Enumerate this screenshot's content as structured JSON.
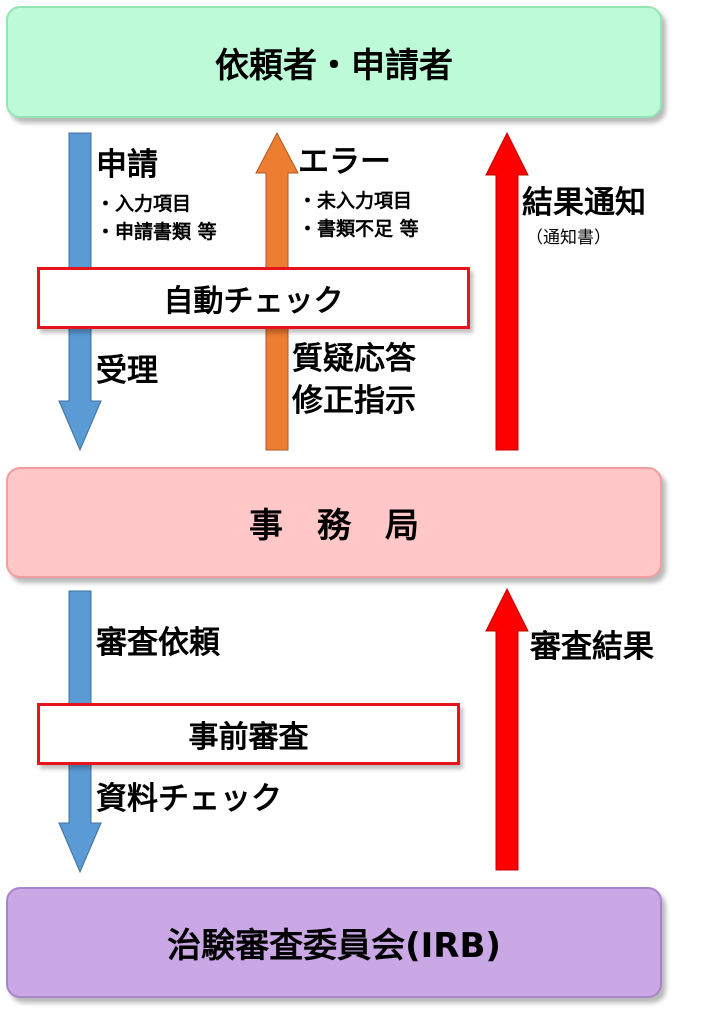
{
  "nodes": {
    "applicant": "依頼者・申請者",
    "office": "事　務　局",
    "irb": "治験審査委員会(IRB)"
  },
  "checks": {
    "auto_check": "自動チェック",
    "pre_review": "事前審査"
  },
  "labels": {
    "application": "申請",
    "application_items": [
      "・入力項目",
      "・申請書類 等"
    ],
    "error": "エラー",
    "error_items": [
      "・未入力項目",
      "・書類不足 等"
    ],
    "result_notice": "結果通知",
    "result_notice_sub": "（通知書）",
    "accepted": "受理",
    "query_lines": [
      "質疑応答",
      "修正指示"
    ],
    "review_request": "審査依頼",
    "document_check": "資料チェック",
    "review_result": "審査結果"
  },
  "colors": {
    "blue_arrow": "#5b9bd5",
    "orange_arrow": "#ed7d31",
    "red_arrow": "#ff0000",
    "check_border": "#e8141c"
  }
}
